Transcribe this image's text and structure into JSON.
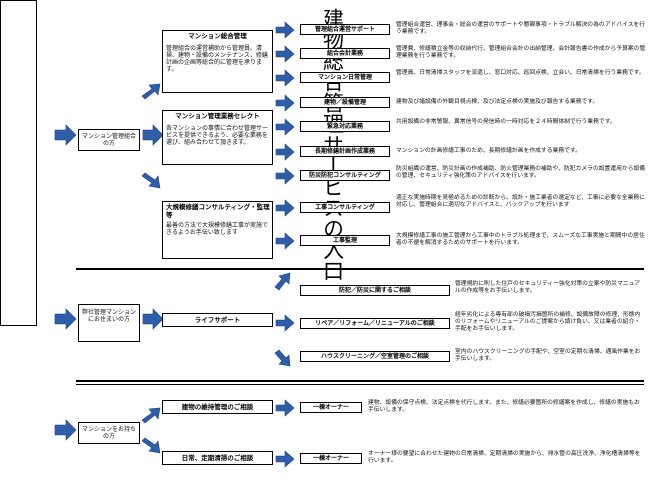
{
  "entrance": {
    "title": "建物総合管理サービスの入口"
  },
  "sections": [
    {
      "audience": "マンション管理組合の方",
      "groups": [
        {
          "title": "マンション総合管理",
          "text": "管理組合の運営補助から管理員、清掃、建物・設備のメンテナンス、修繕計画の企画等総合的に管理を承ります。",
          "services": [
            {
              "label": "管理組合運営サポート",
              "desc": "管理組合運営、理事会・総会の運営のサポートや懇親事項・トラブル解決の為のアドバイスを行う業務です。"
            },
            {
              "label": "組合会計業務",
              "desc": "管理費、修繕積立金等の収納代行、管理組合会計の出納管理、会計報告書の作成から予算案の管理業務を行う業務です。"
            },
            {
              "label": "マンション日常管理",
              "desc": "管理員、日常清掃スタッフを派遣し、窓口対応、巡回点検、立会い、日常清掃を行う業務です。"
            }
          ]
        },
        {
          "title": "マンション管理業務セレクト",
          "text": "各マンションの事情に合わせ管理サービスを提供できるよう、必要な業務を選び、組み合わせて頂きます。",
          "services": [
            {
              "label": "建物／設備管理",
              "desc": "建物及び諸設備の外観目視点検、及び法定点検の実施及び報告する業務です。"
            },
            {
              "label": "緊急対応業務",
              "desc": "共用設備の非常警報、異常信号の発信時の一時対応を２４時間体制で行う業務です。"
            },
            {
              "label": "長期修繕計画作成業務",
              "desc": "マンションの計画修繕工事のため、長期修繕計画を作成する業務です。"
            },
            {
              "label": "防災防犯コンサルティング",
              "desc": "防災組織の運営、防災計画の作成補助、防火管理業務の補助や、防犯カメラの設置運用から設備の管理、セキュリティ強化策のアドバイスを行います。"
            }
          ]
        },
        {
          "title": "大規模修繕コンサルティング・監理等",
          "text": "最善の方法で大規模修繕工事が実施できるようお手伝い致します",
          "services": [
            {
              "label": "工事コンサルティング",
              "desc": "適正な実施時期を見極めるための診断から、設計・施工業者の選定など、工事に必要な全業務に対応し、管理組合に適切なアドバイスと、バックアップを行います"
            },
            {
              "label": "工事監理",
              "desc": "大規模修繕工事の施工管理から工事中のトラブル処理まで、スムーズな工事実施と期間中の居住者の不便を解消するためのサポートを行います。"
            }
          ]
        }
      ]
    },
    {
      "audience": "弊社管理マンションにお住まいの方",
      "groups": [
        {
          "title": "ライフサポート",
          "text": "",
          "services": [
            {
              "label": "防犯／防災に関するご相談",
              "desc": "管理規約に則した住戸のセキュリティー強化対策の立案や防災マニュアルの作成等をお手伝いします。"
            },
            {
              "label": "リペア／リフォーム／リニューアルのご相談",
              "desc": "経年劣化による専有部の破損汚損箇所の補修、設備故障の修理、形態内のリフォームやリニューアルのご提案から請け負い、又は業者の紹介・手配をお手伝いします。"
            },
            {
              "label": "ハウスクリーニング／空室管理のご相談",
              "desc": "室内のハウスクリーニングの手配や、空室の定期な清掃、通風作業をお手伝いします。"
            }
          ]
        }
      ]
    },
    {
      "audience": "マンションをお持ちの方",
      "groups": [
        {
          "title": "建物の維持管理のご相談",
          "text": "",
          "services": [
            {
              "label": "一棟オーナー",
              "desc": "建物、設備の保守点検、法定点検を代行します。また、修繕必要箇所の修繕案を作成し、修繕の実施もお手伝いします。"
            }
          ]
        },
        {
          "title": "日常、定期清掃のご相談",
          "text": "",
          "services": [
            {
              "label": "一棟オーナー",
              "desc": "オーナー様の要望に合わせた建物の日常清掃、定期清掃の実施から、排水管の高圧洗浄、浄化槽清掃等を行います。"
            }
          ]
        }
      ]
    }
  ]
}
